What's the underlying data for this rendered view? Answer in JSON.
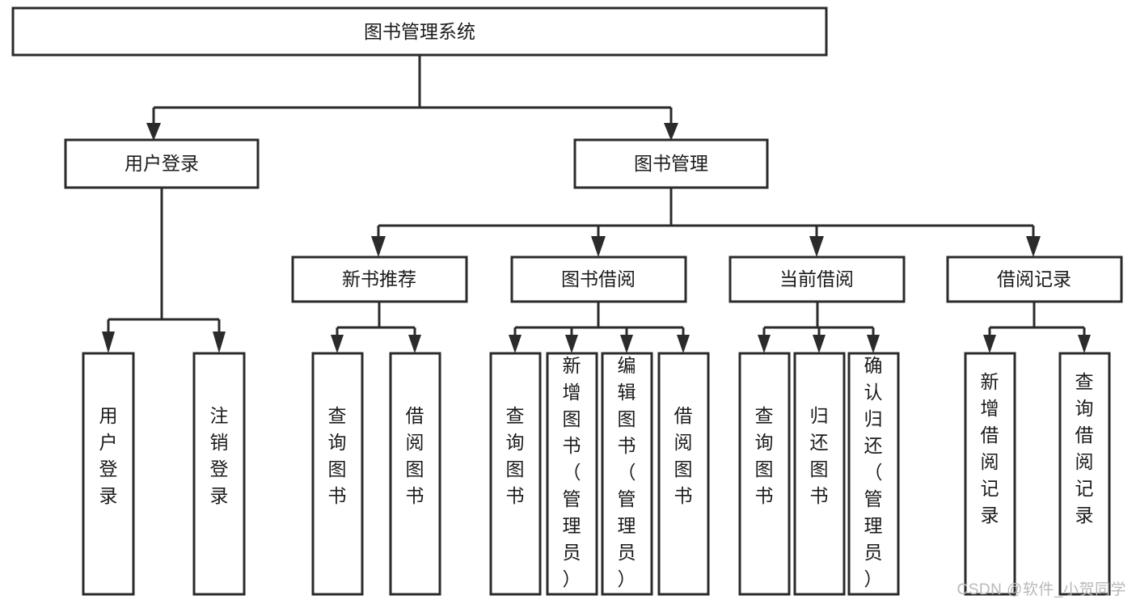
{
  "diagram": {
    "type": "tree",
    "title": "图书管理系统",
    "watermark": "CSDN @软件_小贺同学",
    "root": {
      "id": "root",
      "label": "图书管理系统",
      "orientation": "horizontal"
    },
    "level1": [
      {
        "id": "user-login",
        "label": "用户登录",
        "orientation": "horizontal"
      },
      {
        "id": "book-manage",
        "label": "图书管理",
        "orientation": "horizontal"
      }
    ],
    "level2": [
      {
        "id": "new-book-recommend",
        "label": "新书推荐",
        "parent": "book-manage",
        "orientation": "horizontal"
      },
      {
        "id": "book-borrow",
        "label": "图书借阅",
        "parent": "book-manage",
        "orientation": "horizontal"
      },
      {
        "id": "current-borrow",
        "label": "当前借阅",
        "parent": "book-manage",
        "orientation": "horizontal"
      },
      {
        "id": "borrow-record",
        "label": "借阅记录",
        "parent": "book-manage",
        "orientation": "horizontal"
      }
    ],
    "leaves": [
      {
        "id": "leaf-user-login",
        "label": "用户登录",
        "parent": "user-login",
        "orientation": "vertical"
      },
      {
        "id": "leaf-user-logout",
        "label": "注销登录",
        "parent": "user-login",
        "orientation": "vertical"
      },
      {
        "id": "leaf-query-book-1",
        "label": "查询图书",
        "parent": "new-book-recommend",
        "orientation": "vertical"
      },
      {
        "id": "leaf-borrow-book-1",
        "label": "借阅图书",
        "parent": "new-book-recommend",
        "orientation": "vertical"
      },
      {
        "id": "leaf-query-book-2",
        "label": "查询图书",
        "parent": "book-borrow",
        "orientation": "vertical"
      },
      {
        "id": "leaf-add-book",
        "label": "新增图书（管理员）",
        "parent": "book-borrow",
        "orientation": "vertical"
      },
      {
        "id": "leaf-edit-book",
        "label": "编辑图书（管理员）",
        "parent": "book-borrow",
        "orientation": "vertical"
      },
      {
        "id": "leaf-borrow-book-2",
        "label": "借阅图书",
        "parent": "book-borrow",
        "orientation": "vertical"
      },
      {
        "id": "leaf-query-book-3",
        "label": "查询图书",
        "parent": "current-borrow",
        "orientation": "vertical"
      },
      {
        "id": "leaf-return-book",
        "label": "归还图书",
        "parent": "current-borrow",
        "orientation": "vertical"
      },
      {
        "id": "leaf-confirm-return",
        "label": "确认归还（管理员）",
        "parent": "current-borrow",
        "orientation": "vertical"
      },
      {
        "id": "leaf-add-record",
        "label": "新增借阅记录",
        "parent": "borrow-record",
        "orientation": "vertical"
      },
      {
        "id": "leaf-query-record",
        "label": "查询借阅记录",
        "parent": "borrow-record",
        "orientation": "vertical"
      }
    ],
    "colors": {
      "box_stroke": "#2b2b2b",
      "box_fill": "#ffffff",
      "connector": "#2b2b2b",
      "text": "#1b1b1b",
      "watermark": "#b9b9b9",
      "background": "#ffffff"
    }
  }
}
